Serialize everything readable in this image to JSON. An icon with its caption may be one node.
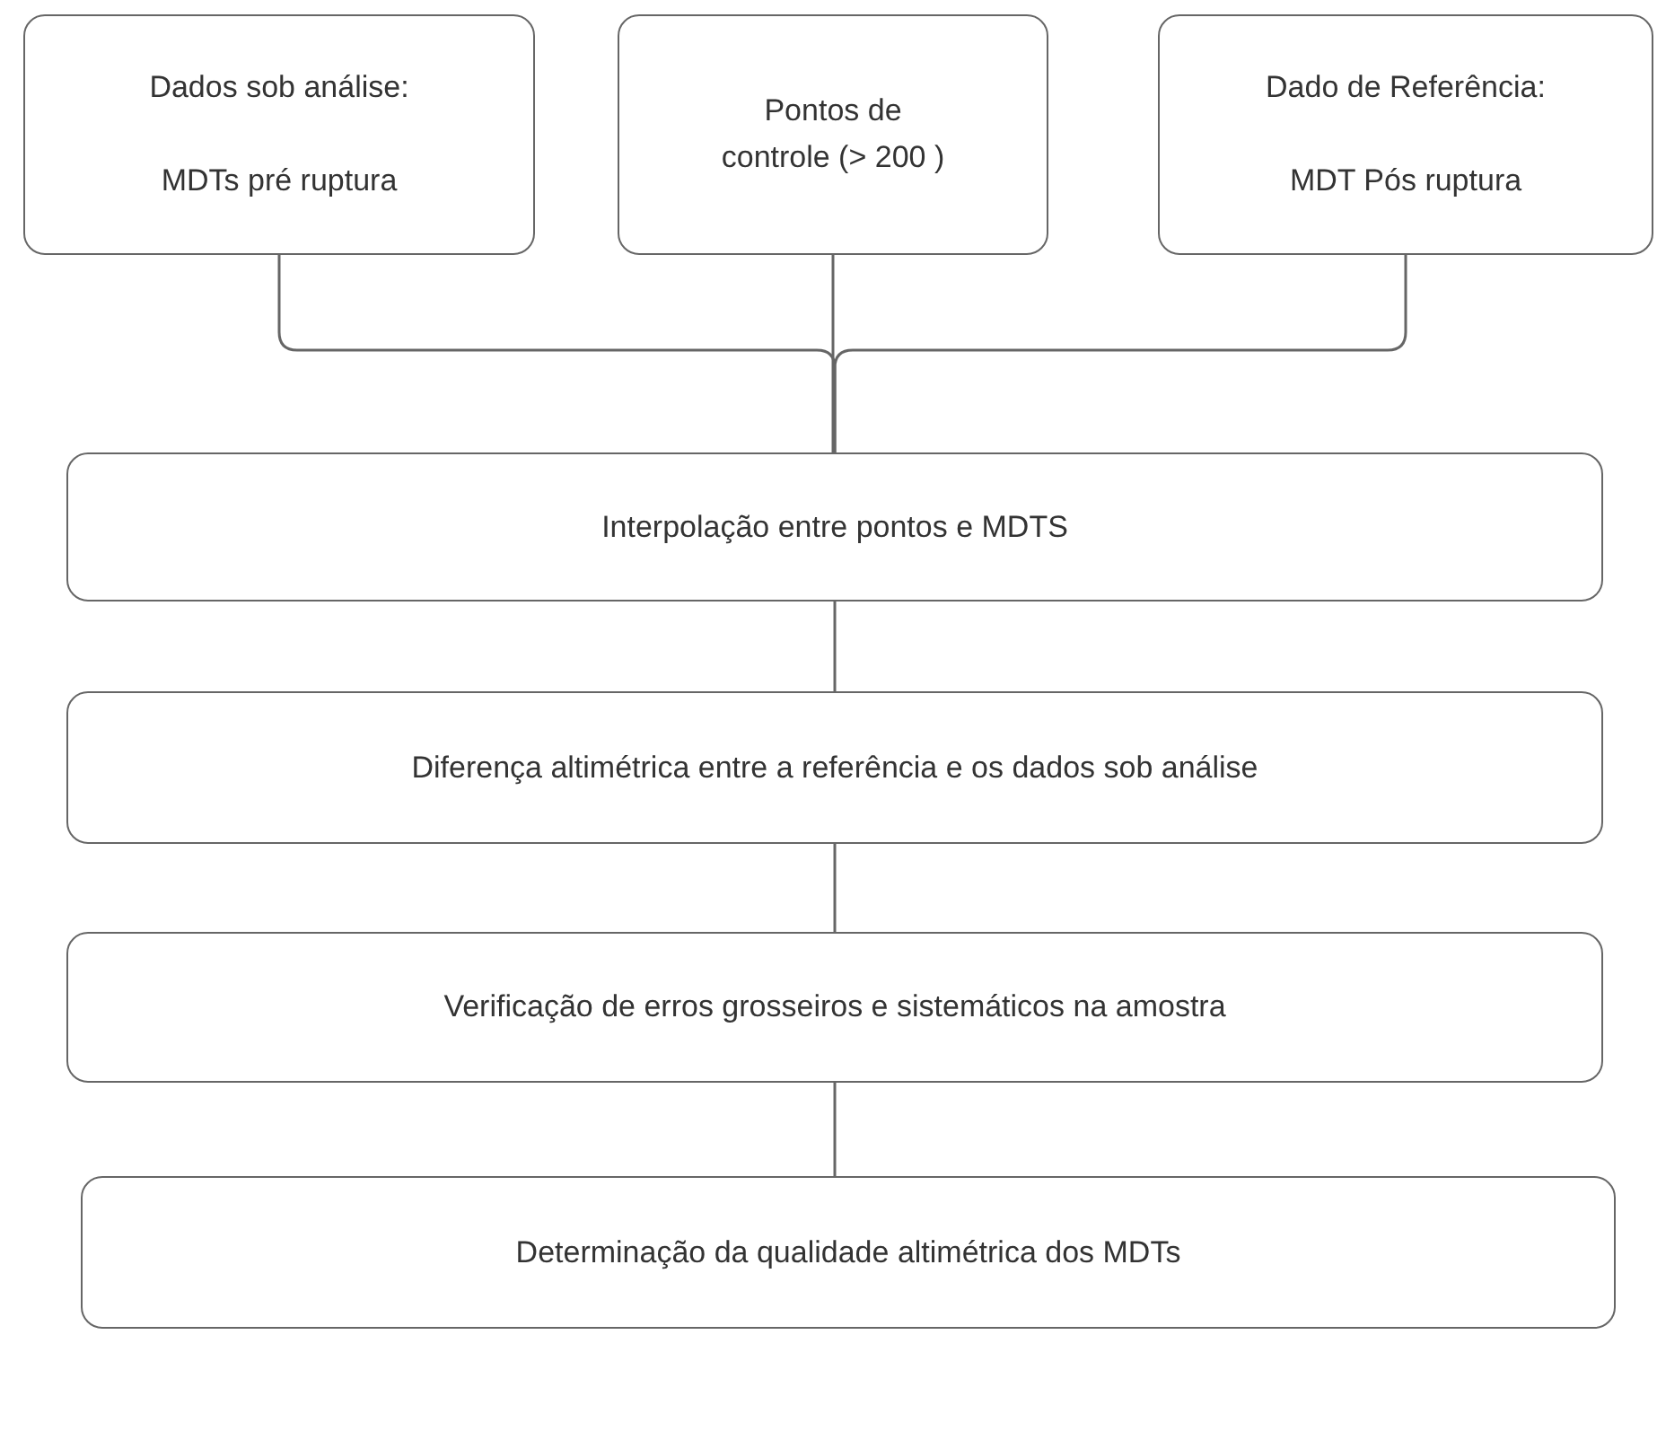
{
  "diagram": {
    "nodes": [
      {
        "text": [
          "Dados sob análise:",
          "MDTs pré ruptura"
        ]
      },
      {
        "text": [
          "Pontos de controle (> 200 )"
        ]
      },
      {
        "text": [
          "Dado de Referência:",
          "MDT Pós ruptura"
        ]
      },
      {
        "text": [
          "Interpolação entre pontos e MDTS"
        ]
      },
      {
        "text": [
          "Diferença altimétrica entre a referência e os dados sob análise"
        ]
      },
      {
        "text": [
          "Verificação de erros grosseiros e sistemáticos na amostra"
        ]
      },
      {
        "text": [
          "Determinação da qualidade altimétrica dos MDTs"
        ]
      }
    ],
    "edges": [
      {
        "from": 0,
        "to": 3,
        "arrow": "none"
      },
      {
        "from": 1,
        "to": 3,
        "arrow": "none"
      },
      {
        "from": 2,
        "to": 3,
        "arrow": "none"
      },
      {
        "from": 3,
        "to": 4,
        "arrow": "none"
      },
      {
        "from": 4,
        "to": 5,
        "arrow": "none"
      },
      {
        "from": 5,
        "to": 6,
        "arrow": "none"
      }
    ]
  }
}
